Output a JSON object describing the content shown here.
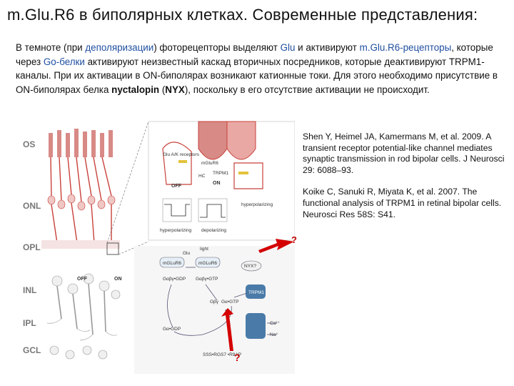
{
  "title": "m.Glu.R6 в биполярных клетках. Современные представления:",
  "intro": {
    "p1": "В темноте (при ",
    "depol": "деполяризации",
    "p2": ") фоторецепторы выделяют ",
    "glu": "Glu",
    "p3": " и активируют ",
    "mglur": "m.Glu.R6-рецепторы",
    "p4": ", которые через ",
    "go": "Go-белки",
    "p5": " активируют неизвестный каскад вторичных посредников, которые деактивируют TRPM1-каналы. При их активации в ON-биполярах возникают катионные токи. Для этого необходимо присутствие в ON-биполярах белка ",
    "nyctalopin": "nyctalopin",
    "p6": " (",
    "nyx": "NYX",
    "p7": "), поскольку в его отсутствие активации не происходит."
  },
  "references": [
    {
      "text": "Shen Y, Heimel JA, Kamermans M, et al. 2009. A transient receptor potential-like channel mediates synaptic transmission in rod bipolar cells. J Neurosci 29: 6088–93."
    },
    {
      "text": "Koike C, Sanuki R, Miyata K, et al. 2007. The functional analysis of TRPM1 in retinal bipolar cells. Neurosci Res 58S: S41."
    }
  ],
  "question_mark": "?",
  "figure": {
    "layers": [
      "OS",
      "ONL",
      "OPL",
      "INL",
      "IPL",
      "GCL"
    ],
    "retina_labels": {
      "off": "OFF",
      "on": "ON"
    },
    "synapse": {
      "glu_ak": "Glu A/K receptors",
      "mglur6": "mGluR6",
      "hc": "HC",
      "trpm1": "TRPM1",
      "off": "OFF",
      "on": "ON",
      "hyperpolarizing_top": "hyperpolarizing",
      "hyperpolarizing": "hyperpolarizing",
      "depolarizing": "depolarizing"
    },
    "cascade": {
      "glu": "Glu",
      "light": "light",
      "mglur6_a": "mGLuR6",
      "mglur6_b": "mGLuR6",
      "nyx": "NYX?",
      "gabg_gdp": "Gαβγ•GDP",
      "gabg_gtp": "Gαβγ•GTP",
      "trpm1": "TRPM1",
      "gbg": "Gβγ",
      "ga_gtp": "Gα•GTP",
      "ga_gdp": "Gα•GDP",
      "q": "?",
      "ca": "Ca²⁺",
      "na": "Na⁺",
      "rgs": "SSS•RGS7 •R9AP"
    }
  },
  "colors": {
    "accent_blue": "#1f4fa0",
    "arrow_red": "#d40000",
    "retina_red": "#c8413b",
    "trpm_blue": "#4a7ba8"
  }
}
